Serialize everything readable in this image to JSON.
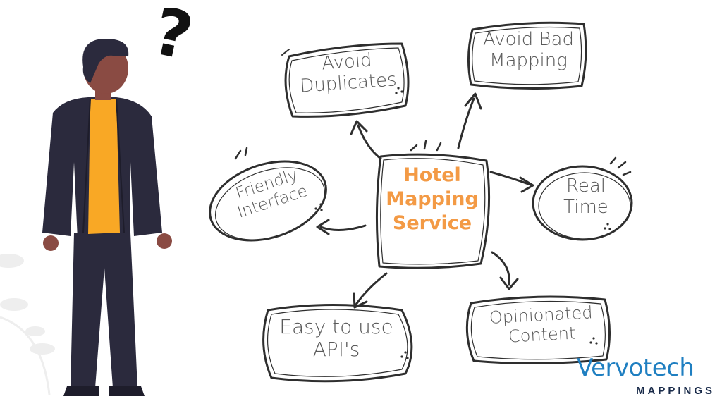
{
  "center": {
    "line1": "Hotel",
    "line2": "Mapping",
    "line3": "Service",
    "color": "#f39a45"
  },
  "nodes": {
    "avoid_duplicates": {
      "line1": "Avoid",
      "line2": "Duplicates"
    },
    "avoid_bad_mapping": {
      "line1": "Avoid Bad",
      "line2": "Mapping"
    },
    "friendly_interface": {
      "line1": "Friendly",
      "line2": "Interface"
    },
    "real_time": {
      "line1": "Real",
      "line2": "Time"
    },
    "easy_api": {
      "line1": "Easy to use",
      "line2": "API's"
    },
    "opinionated_content": {
      "line1": "Opinionated",
      "line2": "Content"
    }
  },
  "brand": {
    "name": "Vervotech",
    "tagline": "MAPPINGS",
    "color": "#1f7fc1"
  },
  "figure": {
    "question_mark": "?",
    "shirt_color": "#f9a825",
    "suit_color": "#2b2a3d",
    "skin_color": "#8a4b43"
  }
}
